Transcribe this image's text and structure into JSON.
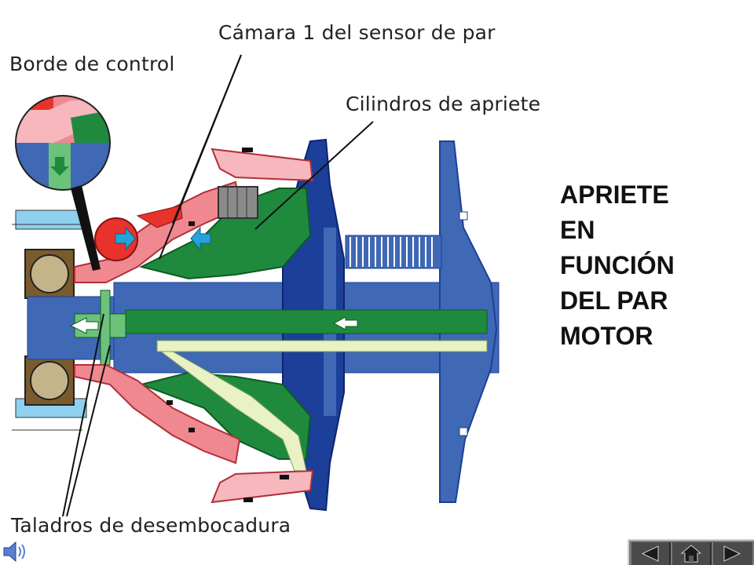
{
  "labels": {
    "camara": "Cámara 1 del sensor de par",
    "borde": "Borde de control",
    "cilindros": "Cilindros de apriete",
    "taladros": "Taladros de desembocadura"
  },
  "title_lines": [
    "APRIETE",
    "EN",
    "FUNCIÓN",
    "DEL PAR",
    "MOTOR"
  ],
  "colors": {
    "dark_blue": "#1c3f99",
    "mid_blue": "#3f68b5",
    "light_blue": "#4a86d8",
    "green": "#1f8a3e",
    "light_green": "#6cc27a",
    "pale_yellow": "#e8f2c4",
    "red": "#e8322c",
    "pink": "#f08890",
    "light_pink": "#f6b7bd",
    "cyan": "#25a3d9",
    "bearing": "#c4b48a",
    "housing": "#7a5b2e",
    "gray": "#8a8a8a"
  },
  "nav": {
    "prev_icon": "triangle-left-icon",
    "home_icon": "home-icon",
    "next_icon": "triangle-right-icon"
  },
  "speaker_icon": "speaker-icon"
}
